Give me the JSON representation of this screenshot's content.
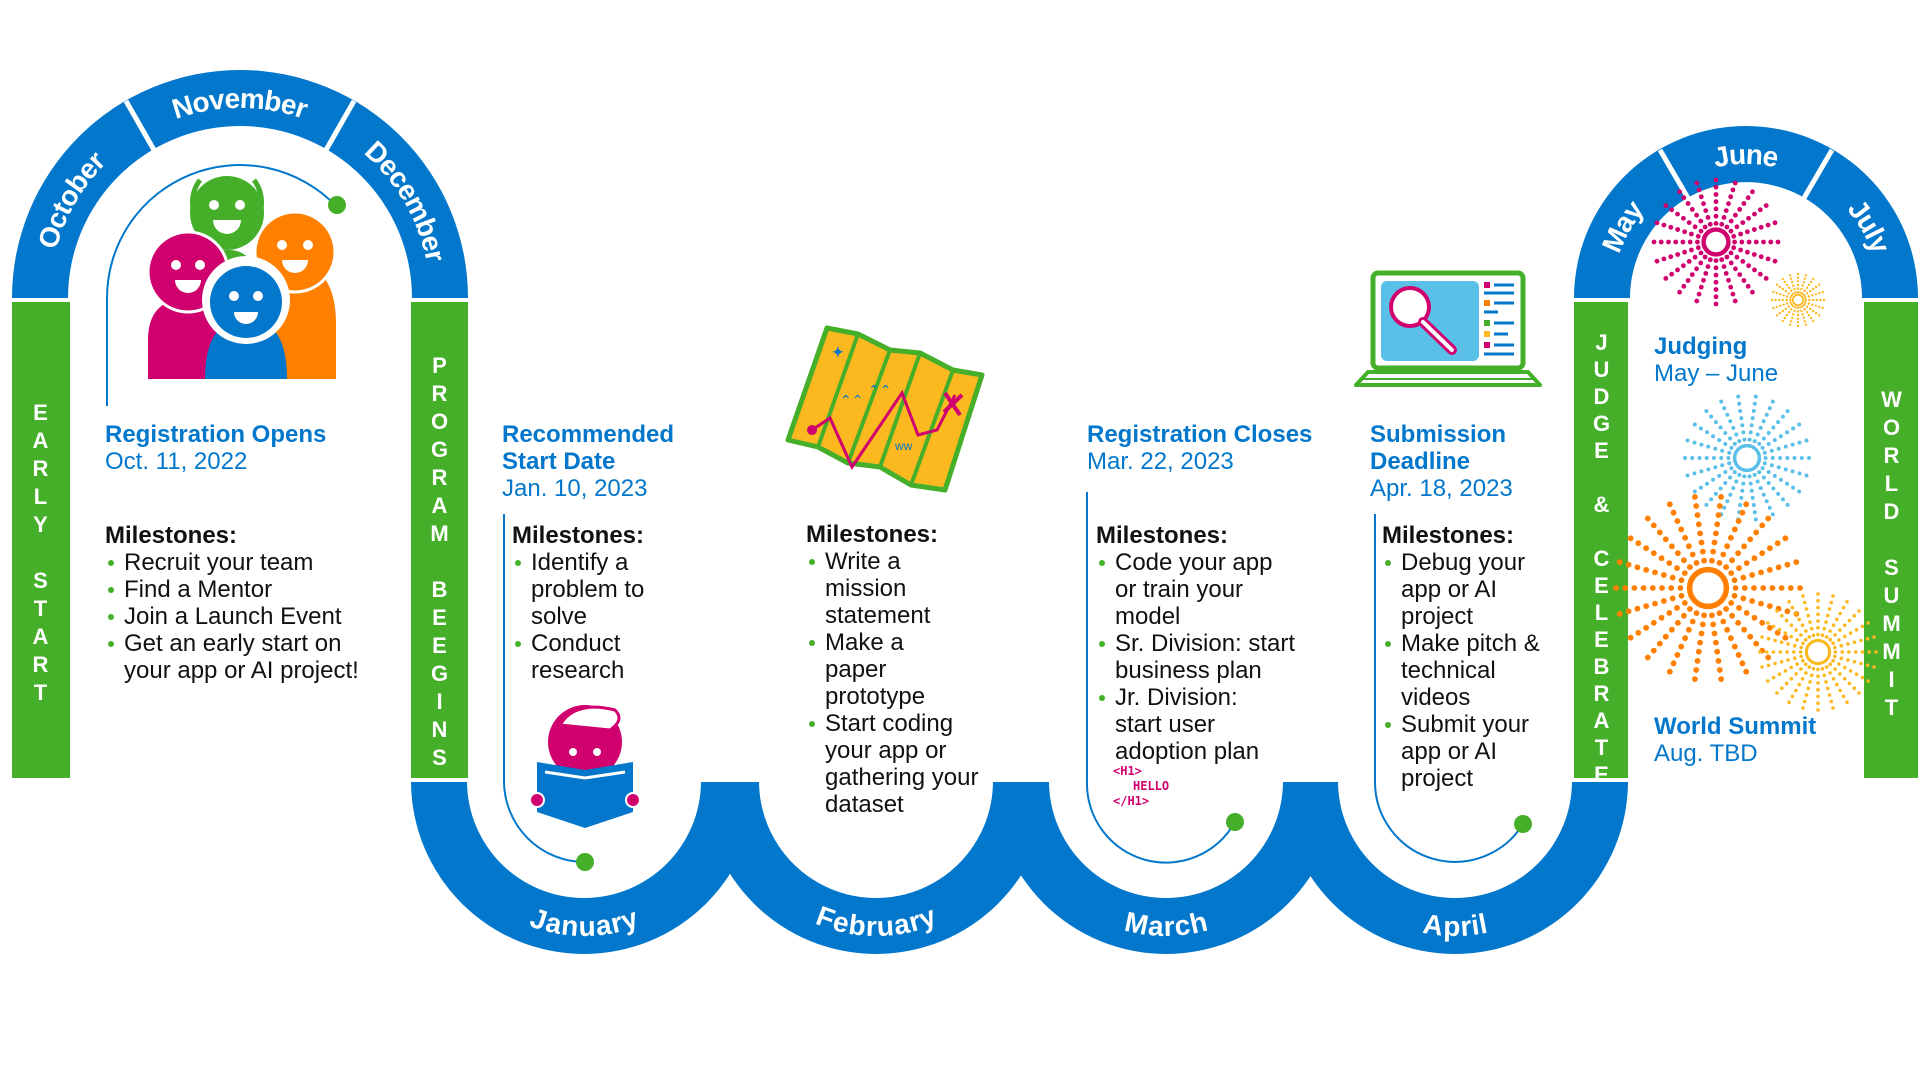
{
  "arches": {
    "left_months": [
      "October",
      "November",
      "December"
    ],
    "right_months": [
      "May",
      "June",
      "July"
    ]
  },
  "bottom_months": [
    "January",
    "February",
    "March",
    "April"
  ],
  "pillars": {
    "early_start": "EARLY START",
    "program_begins": "PROGRAM BEEGINS",
    "judge_celebrate": "JUDGE & CELEBRATE",
    "world_summit": "WORLD SUMMIT"
  },
  "registration_opens": {
    "title": "Registration Opens",
    "date": "Oct. 11, 2022",
    "milestones_label": "Milestones:",
    "items": [
      "Recruit your team",
      "Find a Mentor",
      "Join a Launch Event",
      "Get an early start on your app or AI project!"
    ]
  },
  "recommended_start": {
    "title_line1": "Recommended",
    "title_line2": "Start Date",
    "date": "Jan. 10, 2023",
    "milestones_label": "Milestones:",
    "items": [
      "Identify a problem to solve",
      "Conduct research"
    ]
  },
  "february": {
    "milestones_label": "Milestones:",
    "items": [
      "Write a mission statement",
      "Make a paper prototype",
      "Start coding your app or gathering your dataset"
    ]
  },
  "registration_closes": {
    "title": "Registration Closes",
    "date": "Mar. 22, 2023",
    "milestones_label": "Milestones:",
    "items": [
      "Code your app or train your model",
      "Sr. Division: start business plan",
      "Jr. Division: start user adoption plan"
    ]
  },
  "code_snippet": {
    "open": "<H1>",
    "text": "HELLO",
    "close": "</H1>"
  },
  "submission_deadline": {
    "title_line1": "Submission",
    "title_line2": "Deadline",
    "date": "Apr. 18, 2023",
    "milestones_label": "Milestones:",
    "items": [
      "Debug your app or AI project",
      "Make pitch & technical videos",
      "Submit your app or AI project"
    ]
  },
  "judging": {
    "title": "Judging",
    "date": "May – June"
  },
  "world_summit": {
    "title": "World Summit",
    "date": "Aug. TBD"
  },
  "colors": {
    "blue": "#0277CC",
    "green": "#45AF2A",
    "magenta": "#D1006F",
    "orange": "#FF7F00",
    "yellow": "#FBB81F",
    "light_blue": "#5BC0E8"
  }
}
